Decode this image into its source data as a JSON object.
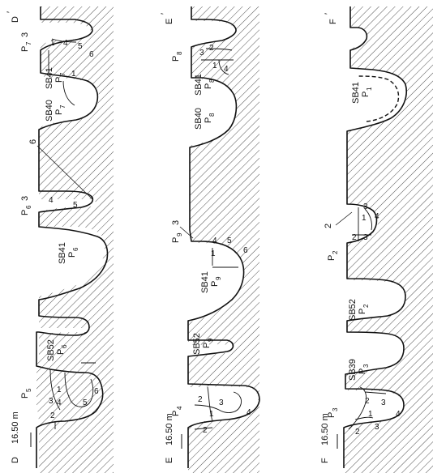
{
  "sections": {
    "d": {
      "start_label": "D",
      "elevation": "16.50 m",
      "end_label": "D",
      "end_mark": "′",
      "pit_labels": [
        {
          "main": "P",
          "sub": "5"
        },
        {
          "main": "SB52",
          "line2": "P",
          "sub": "6"
        },
        {
          "main": "SB41",
          "line2": "P",
          "sub": "6"
        },
        {
          "main": "P",
          "sub": "6",
          "tail": "3"
        },
        {
          "main": "SB40",
          "line2": "P",
          "sub": "7"
        },
        {
          "main": "SB41",
          "line2": "P",
          "sub": "7"
        },
        {
          "main": "P",
          "sub": "7",
          "tail": "3"
        }
      ],
      "callout": "6",
      "layers": [
        "1",
        "2",
        "3",
        "4",
        "5",
        "6",
        "1",
        "4",
        "5",
        "1",
        "4",
        "5",
        "6"
      ]
    },
    "e": {
      "start_label": "E",
      "elevation": "16.50 m",
      "end_label": "E",
      "end_mark": "′",
      "pit_labels": [
        {
          "main": "P",
          "sub": "4"
        },
        {
          "main": "SB52",
          "line2": "P",
          "sub": "9"
        },
        {
          "main": "SB41",
          "line2": "P",
          "sub": "9"
        },
        {
          "main": "P",
          "sub": "9"
        },
        {
          "main": "SB40",
          "line2": "P",
          "sub": "8"
        },
        {
          "main": "SB41",
          "line2": "P",
          "sub": "8"
        },
        {
          "main": "P",
          "sub": "8"
        }
      ],
      "callout": "3",
      "layers": [
        "2",
        "1",
        "2",
        "3",
        "4",
        "1",
        "4",
        "5",
        "6",
        "3",
        "1",
        "4",
        "2"
      ]
    },
    "f": {
      "start_label": "F",
      "elevation": "16.50 m",
      "end_label": "F",
      "end_mark": "′",
      "pit_labels": [
        {
          "main": "P",
          "sub": "3"
        },
        {
          "main": "SB39",
          "line2": "P",
          "sub": "3"
        },
        {
          "main": "SB52",
          "line2": "P",
          "sub": "2"
        },
        {
          "main": "P",
          "sub": "2"
        },
        {
          "main": "SB41",
          "line2": "P",
          "sub": "1"
        }
      ],
      "callout": "2",
      "layers": [
        "2",
        "1",
        "2",
        "3",
        "3",
        "4",
        "2",
        "3",
        "1",
        "3",
        "4"
      ]
    }
  }
}
